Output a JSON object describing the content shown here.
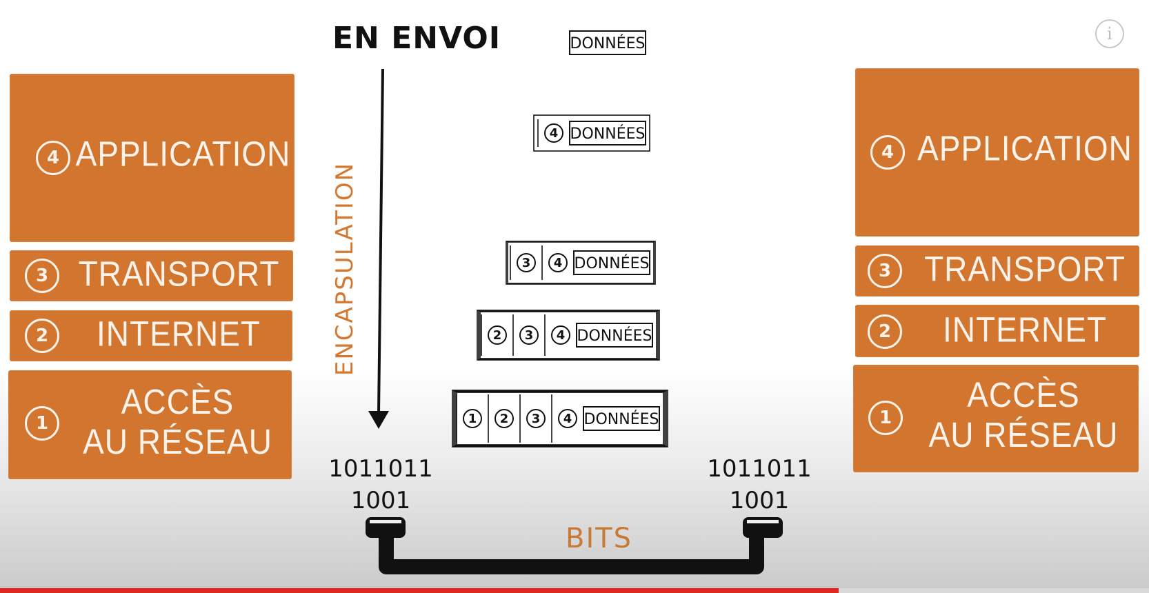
{
  "title": "EN ENVOI",
  "encapsulation_label": "ENCAPSULATION",
  "left_stack": [
    {
      "num": "4",
      "label": "APPLICATION",
      "label2": ""
    },
    {
      "num": "3",
      "label": "TRANSPORT",
      "label2": ""
    },
    {
      "num": "2",
      "label": "INTERNET",
      "label2": ""
    },
    {
      "num": "1",
      "label": "ACCÈS",
      "label2": "AU RÉSEAU"
    }
  ],
  "right_stack": [
    {
      "num": "4",
      "label": "APPLICATION",
      "label2": ""
    },
    {
      "num": "3",
      "label": "TRANSPORT",
      "label2": ""
    },
    {
      "num": "2",
      "label": "INTERNET",
      "label2": ""
    },
    {
      "num": "1",
      "label": "ACCÈS",
      "label2": "AU RÉSEAU"
    }
  ],
  "packets": [
    {
      "headers": [],
      "data": "DONNÉES"
    },
    {
      "headers": [
        "4"
      ],
      "data": "DONNÉES"
    },
    {
      "headers": [
        "3",
        "4"
      ],
      "data": "DONNÉES"
    },
    {
      "headers": [
        "2",
        "3",
        "4"
      ],
      "data": "DONNÉES"
    },
    {
      "headers": [
        "1",
        "2",
        "3",
        "4"
      ],
      "data": "DONNÉES"
    }
  ],
  "bits_left": {
    "line1": "1011011",
    "line2": "1001"
  },
  "bits_right": {
    "line1": "1011011",
    "line2": "1001"
  },
  "bits_label": "BITS",
  "info_icon": "i",
  "colors": {
    "layer": "#d2762f",
    "accent_text": "#d5782f",
    "progress": "#e0261f"
  },
  "video_progress": 0.73
}
